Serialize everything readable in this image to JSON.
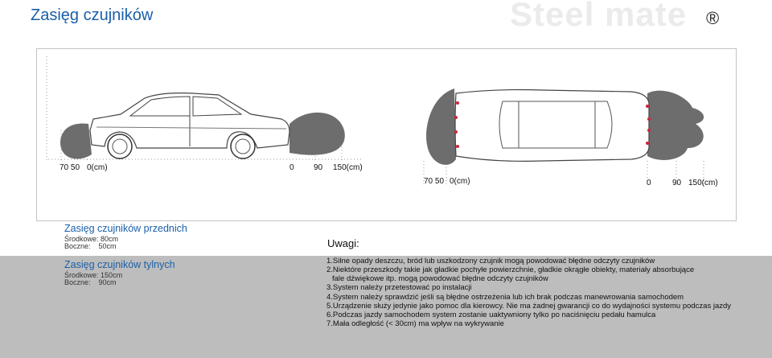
{
  "title": "Zasięg czujników",
  "brand": "Steel mate",
  "registered_mark": "®",
  "side_view": {
    "scale_rear": "70 50",
    "scale_rear_unit": "0(cm)",
    "scale_front_zero": "0",
    "scale_front": "90",
    "scale_front_end": "150(cm)"
  },
  "top_view": {
    "scale_rear": "70 50",
    "scale_rear_unit": "0(cm)",
    "scale_front_zero": "0",
    "scale_front": "90",
    "scale_front_end": "150(cm)"
  },
  "front_sensors": {
    "title": "Zasięg czujników przednich",
    "center_label": "Środkowe:",
    "center_value": "80cm",
    "side_label": "Boczne:",
    "side_value": "50cm"
  },
  "rear_sensors": {
    "title": "Zasięg czujników tylnych",
    "center_label": "Środkowe:",
    "center_value": "150cm",
    "side_label": "Boczne:",
    "side_value": "90cm"
  },
  "notes": {
    "title": "Uwagi:",
    "items": [
      "1.Silne opady deszczu, bród lub uszkodzony czujnik mogą powodować błędne odczyty czujników",
      "2.Niektóre przeszkody takie jak gładkie pochyłe powierzchnie, gładkie okrągłe obiekty, materiały absorbujące",
      "fale dźwiękowe itp. mogą powodować błędne odczyty czujników",
      "3.System należy przetestować po instalacji",
      "4.System należy sprawdzić jeśli są błędne ostrzeżenia lub ich brak podczas manewrowania samochodem",
      "5.Urządzenie służy jedynie jako pomoc dla kierowcy. Nie ma żadnej gwarancji co do wydajności systemu podczas jazdy",
      "6.Podczas jazdy samochodem system zostanie uaktywniony tylko po naciśnięciu pedału hamulca",
      "7.Mała odległość (< 30cm) ma wpływ na wykrywanie"
    ]
  },
  "colors": {
    "title_blue": "#1a5fa8",
    "zone_gray": "#6d6d6d",
    "sensor_red": "#d0233a",
    "footer_gray": "#bdbdbd"
  }
}
